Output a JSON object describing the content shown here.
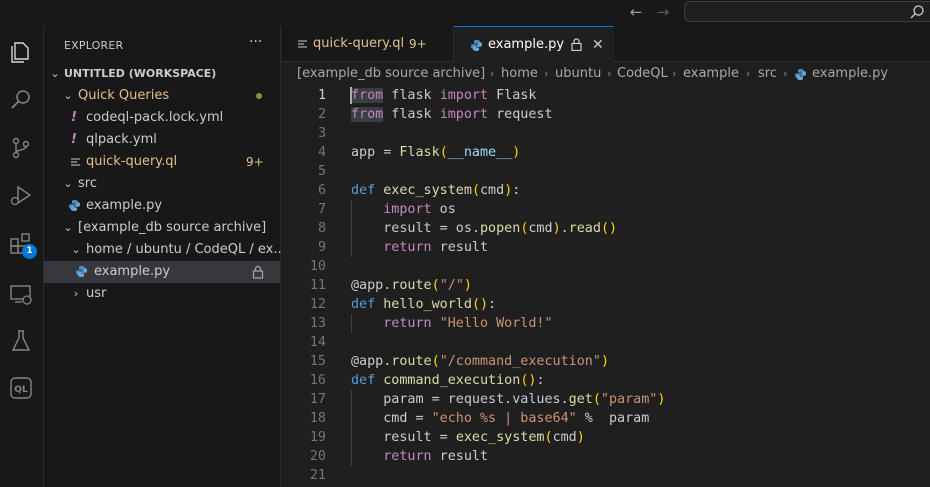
{
  "titlebar": {
    "back_icon": "arrow-left-icon",
    "forward_icon": "arrow-right-icon",
    "search_placeholder": ""
  },
  "activity_bar": {
    "icons": [
      "explorer-icon",
      "search-icon",
      "source-control-icon",
      "run-debug-icon",
      "extensions-icon",
      "remote-explorer-icon",
      "testing-icon",
      "codeql-icon"
    ],
    "extensions_badge": "1"
  },
  "sidebar": {
    "title": "EXPLORER",
    "more": "···",
    "workspace": "UNTITLED (WORKSPACE)",
    "items": [
      {
        "label": "Quick Queries"
      },
      {
        "label": "codeql-pack.lock.yml"
      },
      {
        "label": "qlpack.yml"
      },
      {
        "label": "quick-query.ql",
        "badge": "9+"
      },
      {
        "label": "src"
      },
      {
        "label": "example.py"
      },
      {
        "label": "[example_db source archive]"
      },
      {
        "label": "home / ubuntu / CodeQL / ex..."
      },
      {
        "label": "example.py"
      },
      {
        "label": "usr"
      }
    ]
  },
  "tabs": [
    {
      "label": "quick-query.ql",
      "badge": "9+"
    },
    {
      "label": "example.py",
      "close": "✕"
    }
  ],
  "breadcrumb": [
    "[example_db source archive]",
    "home",
    "ubuntu",
    "CodeQL",
    "example",
    "src",
    "example.py"
  ],
  "editor": {
    "line_numbers": [
      "1",
      "2",
      "3",
      "4",
      "5",
      "6",
      "7",
      "8",
      "9",
      "10",
      "11",
      "12",
      "13",
      "14",
      "15",
      "16",
      "17",
      "18",
      "19",
      "20",
      "21"
    ],
    "lines": [
      "from flask import Flask",
      "from flask import request",
      "",
      "app = Flask(__name__)",
      "",
      "def exec_system(cmd):",
      "    import os",
      "    result = os.popen(cmd).read()",
      "    return result",
      "",
      "@app.route(\"/\")",
      "def hello_world():",
      "    return \"Hello World!\"",
      "",
      "@app.route(\"/command_execution\")",
      "def command_execution():",
      "    param = request.values.get(\"param\")",
      "    cmd = \"echo %s | base64\" %  param",
      "    result = exec_system(cmd)",
      "    return result",
      ""
    ]
  },
  "colors": {
    "accent": "#0078d4",
    "modified": "#e2c08d",
    "keyword": "#c586c0",
    "def": "#569cd6",
    "function": "#dcdcaa",
    "string": "#ce9178"
  }
}
